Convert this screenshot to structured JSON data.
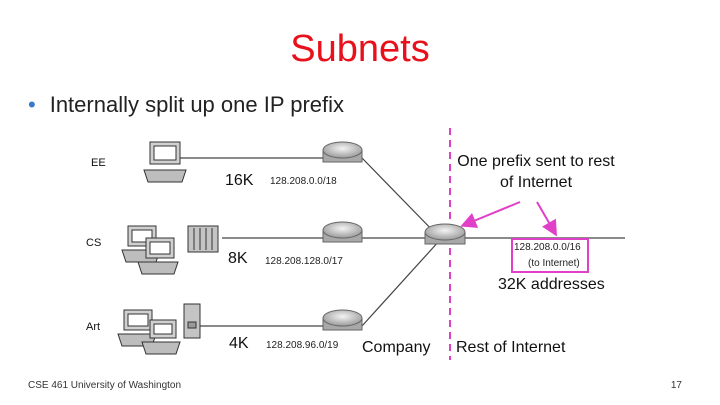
{
  "slide": {
    "title": "Subnets",
    "bullet": "Internally split up one IP prefix",
    "footer": "CSE 461 University of Washington",
    "page_number": "17"
  },
  "diagram": {
    "departments": [
      {
        "name": "EE",
        "size": "16K",
        "prefix": "128.208.0.0/18"
      },
      {
        "name": "CS",
        "size": "8K",
        "prefix": "128.208.128.0/17"
      },
      {
        "name": "Art",
        "size": "4K",
        "prefix": "128.208.96.0/19"
      }
    ],
    "external_prefix": "128.208.0.0/16",
    "external_prefix_note": "(to Internet)",
    "callout": "One prefix sent to rest of Internet",
    "addresses_label": "32K addresses",
    "company_label": "Company",
    "internet_label": "Rest of Internet",
    "colors": {
      "title": "#e8101a",
      "bullet": "#3b78c9",
      "accent": "#e040c8"
    }
  }
}
